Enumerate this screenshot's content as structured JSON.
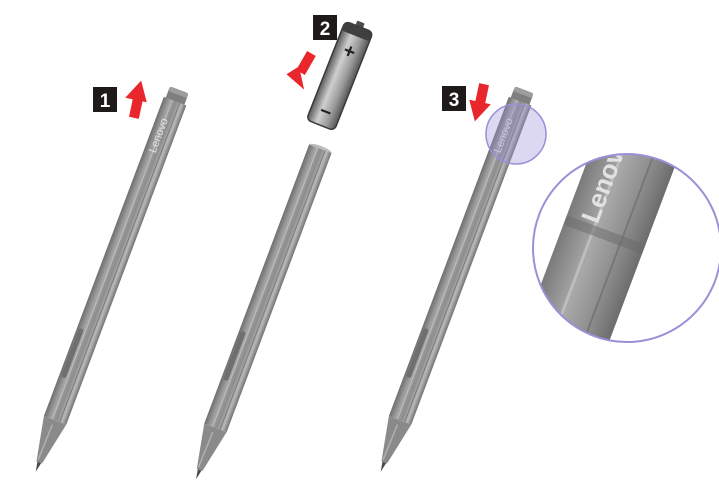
{
  "steps": [
    {
      "number": "1",
      "action": "arrow-up-icon"
    },
    {
      "number": "2",
      "action": "arrow-down-left-icon"
    },
    {
      "number": "3",
      "action": "arrow-down-icon"
    }
  ],
  "brand_text": "Lenovo",
  "battery": {
    "positive": "+",
    "negative": "−"
  },
  "colors": {
    "arrow": "#e8262b",
    "step_box": "#1e1a1a",
    "pen_body": "#8c8c8c",
    "magnifier": "#9b8fd6",
    "background": "#ffffff"
  }
}
